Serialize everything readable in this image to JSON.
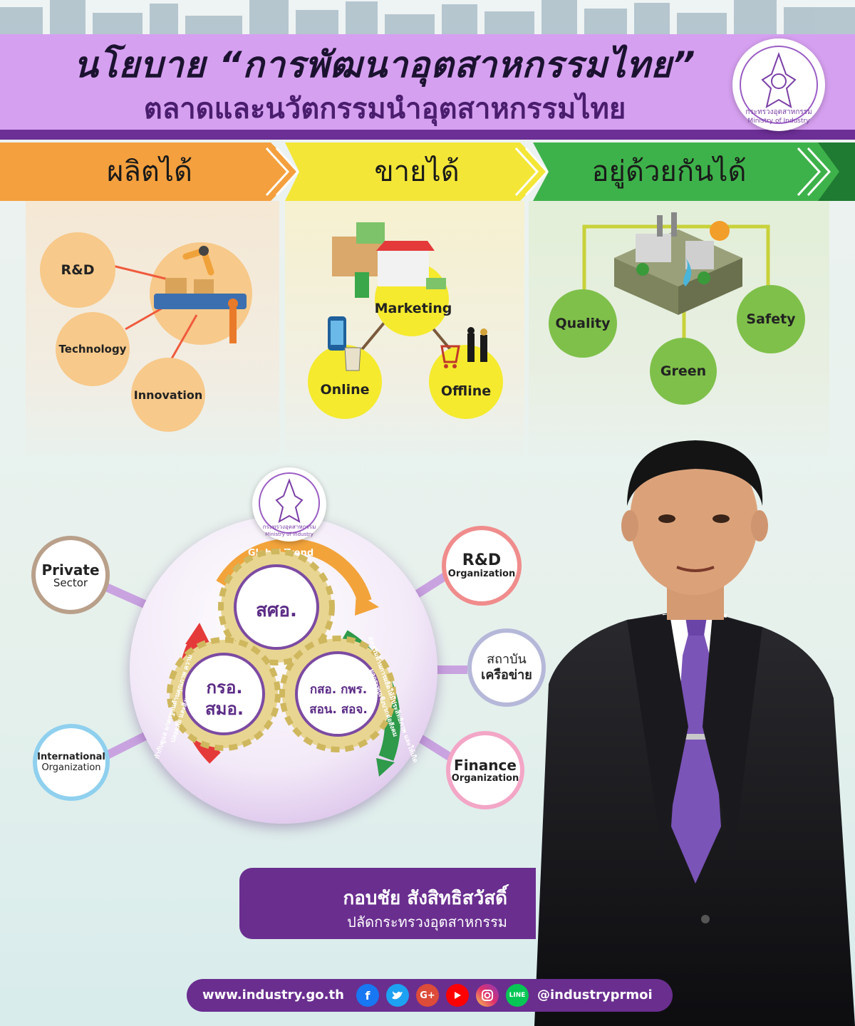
{
  "header": {
    "title_line1": "นโยบาย “การพัฒนาอุตสาหกรรมไทย”",
    "title_line2": "ตลาดและนวัตกรรมนำอุตสาหกรรมไทย"
  },
  "logo": {
    "thai": "กระทรวงอุตสาหกรรม",
    "english": "Ministry of Industry"
  },
  "stages": [
    {
      "label": "ผลิตได้",
      "color": "#f4a03e"
    },
    {
      "label": "ขายได้",
      "color": "#f3e637"
    },
    {
      "label": "อยู่ด้วยกันได้",
      "color": "#3eb24a"
    }
  ],
  "produce": {
    "items": [
      "R&D",
      "Technology",
      "Innovation"
    ],
    "color": "#f7c98a"
  },
  "sell": {
    "center": "Marketing",
    "items": [
      "Online",
      "Offline"
    ],
    "color": "#f5ea2d"
  },
  "coexist": {
    "items": [
      "Quality",
      "Green",
      "Safety"
    ],
    "color": "#7fc04a"
  },
  "ecosystem": {
    "global_trend": "Global Trend",
    "gear_top": "สศอ.",
    "gear_left_line1": "กรอ.",
    "gear_left_line2": "สมอ.",
    "gear_right_line1": "กสอ. กพร.",
    "gear_right_line2": "สอน. สอจ.",
    "arrow_left_text": "กำกับดูแล มาตรฐานด้านคุณภาพ ความปลอดภัย และสิ่งแวดล้อม",
    "arrow_right_text": "ส่งเสริมด้านการผลิตให้มีประสิทธิภาพ และให้เกิดผลกระทบเชิงบวกต่อสังคม",
    "partners": {
      "private_big": "Private",
      "private_small": "Sector",
      "international_big": "International",
      "international_small": "Organization",
      "rd_big": "R&D",
      "rd_small": "Organization",
      "institute_line1": "สถาบัน",
      "institute_line2": "เครือข่าย",
      "finance_big": "Finance",
      "finance_small": "Organization"
    }
  },
  "person": {
    "name": "กอบชัย สังสิทธิสวัสดิ์",
    "position": "ปลัดกระทรวงอุตสาหกรรม"
  },
  "footer": {
    "website": "www.industry.go.th",
    "handle": "@industryprmoi",
    "social": [
      "facebook-icon",
      "twitter-icon",
      "google-plus-icon",
      "youtube-icon",
      "instagram-icon",
      "line-icon"
    ]
  }
}
